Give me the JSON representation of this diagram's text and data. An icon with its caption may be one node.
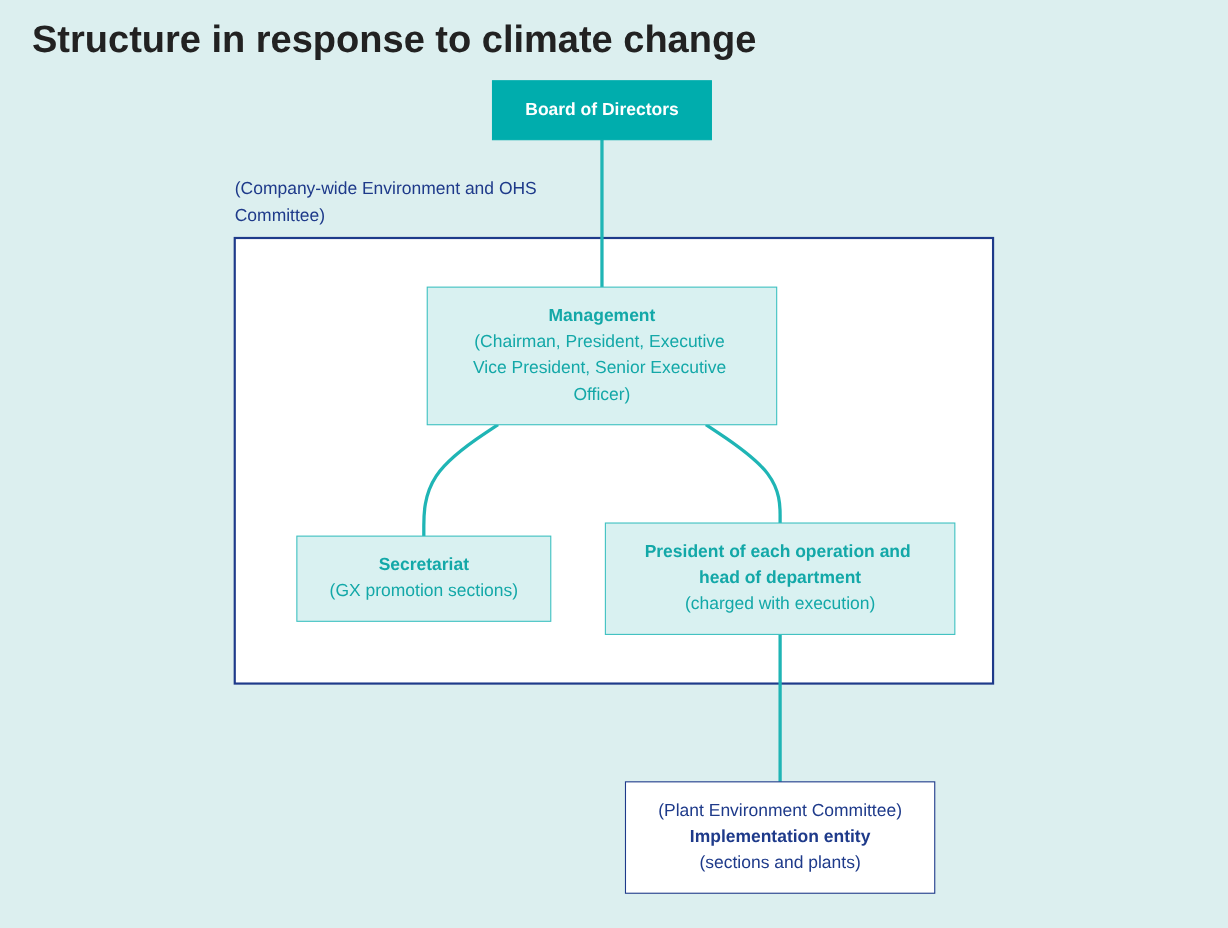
{
  "diagram": {
    "title": "Structure in response to climate change",
    "nodes": [
      {
        "text": [
          "Board of Directors"
        ]
      },
      {
        "text": [
          "(Company-wide Environment and OHS Committee)"
        ]
      },
      {
        "text": [
          "Management",
          "(Chairman, President, Executive Vice President, Senior Executive Officer)"
        ],
        "in": 1
      },
      {
        "text": [
          "Secretariat",
          "(GX promotion sections)"
        ],
        "in": 1
      },
      {
        "text": [
          "President of each operation and head of department",
          "(charged with execution)"
        ],
        "in": 1
      },
      {
        "text": [
          "(Plant Environment Committee)",
          "Implementation entity",
          "(sections and plants)"
        ]
      }
    ],
    "edges": [
      {
        "from": 0,
        "to": 2,
        "arrow": "none"
      },
      {
        "from": 2,
        "to": 4,
        "arrow": "none"
      },
      {
        "from": 2,
        "to": 3,
        "arrow": "none"
      },
      {
        "from": 4,
        "to": 5,
        "arrow": "none"
      }
    ]
  }
}
